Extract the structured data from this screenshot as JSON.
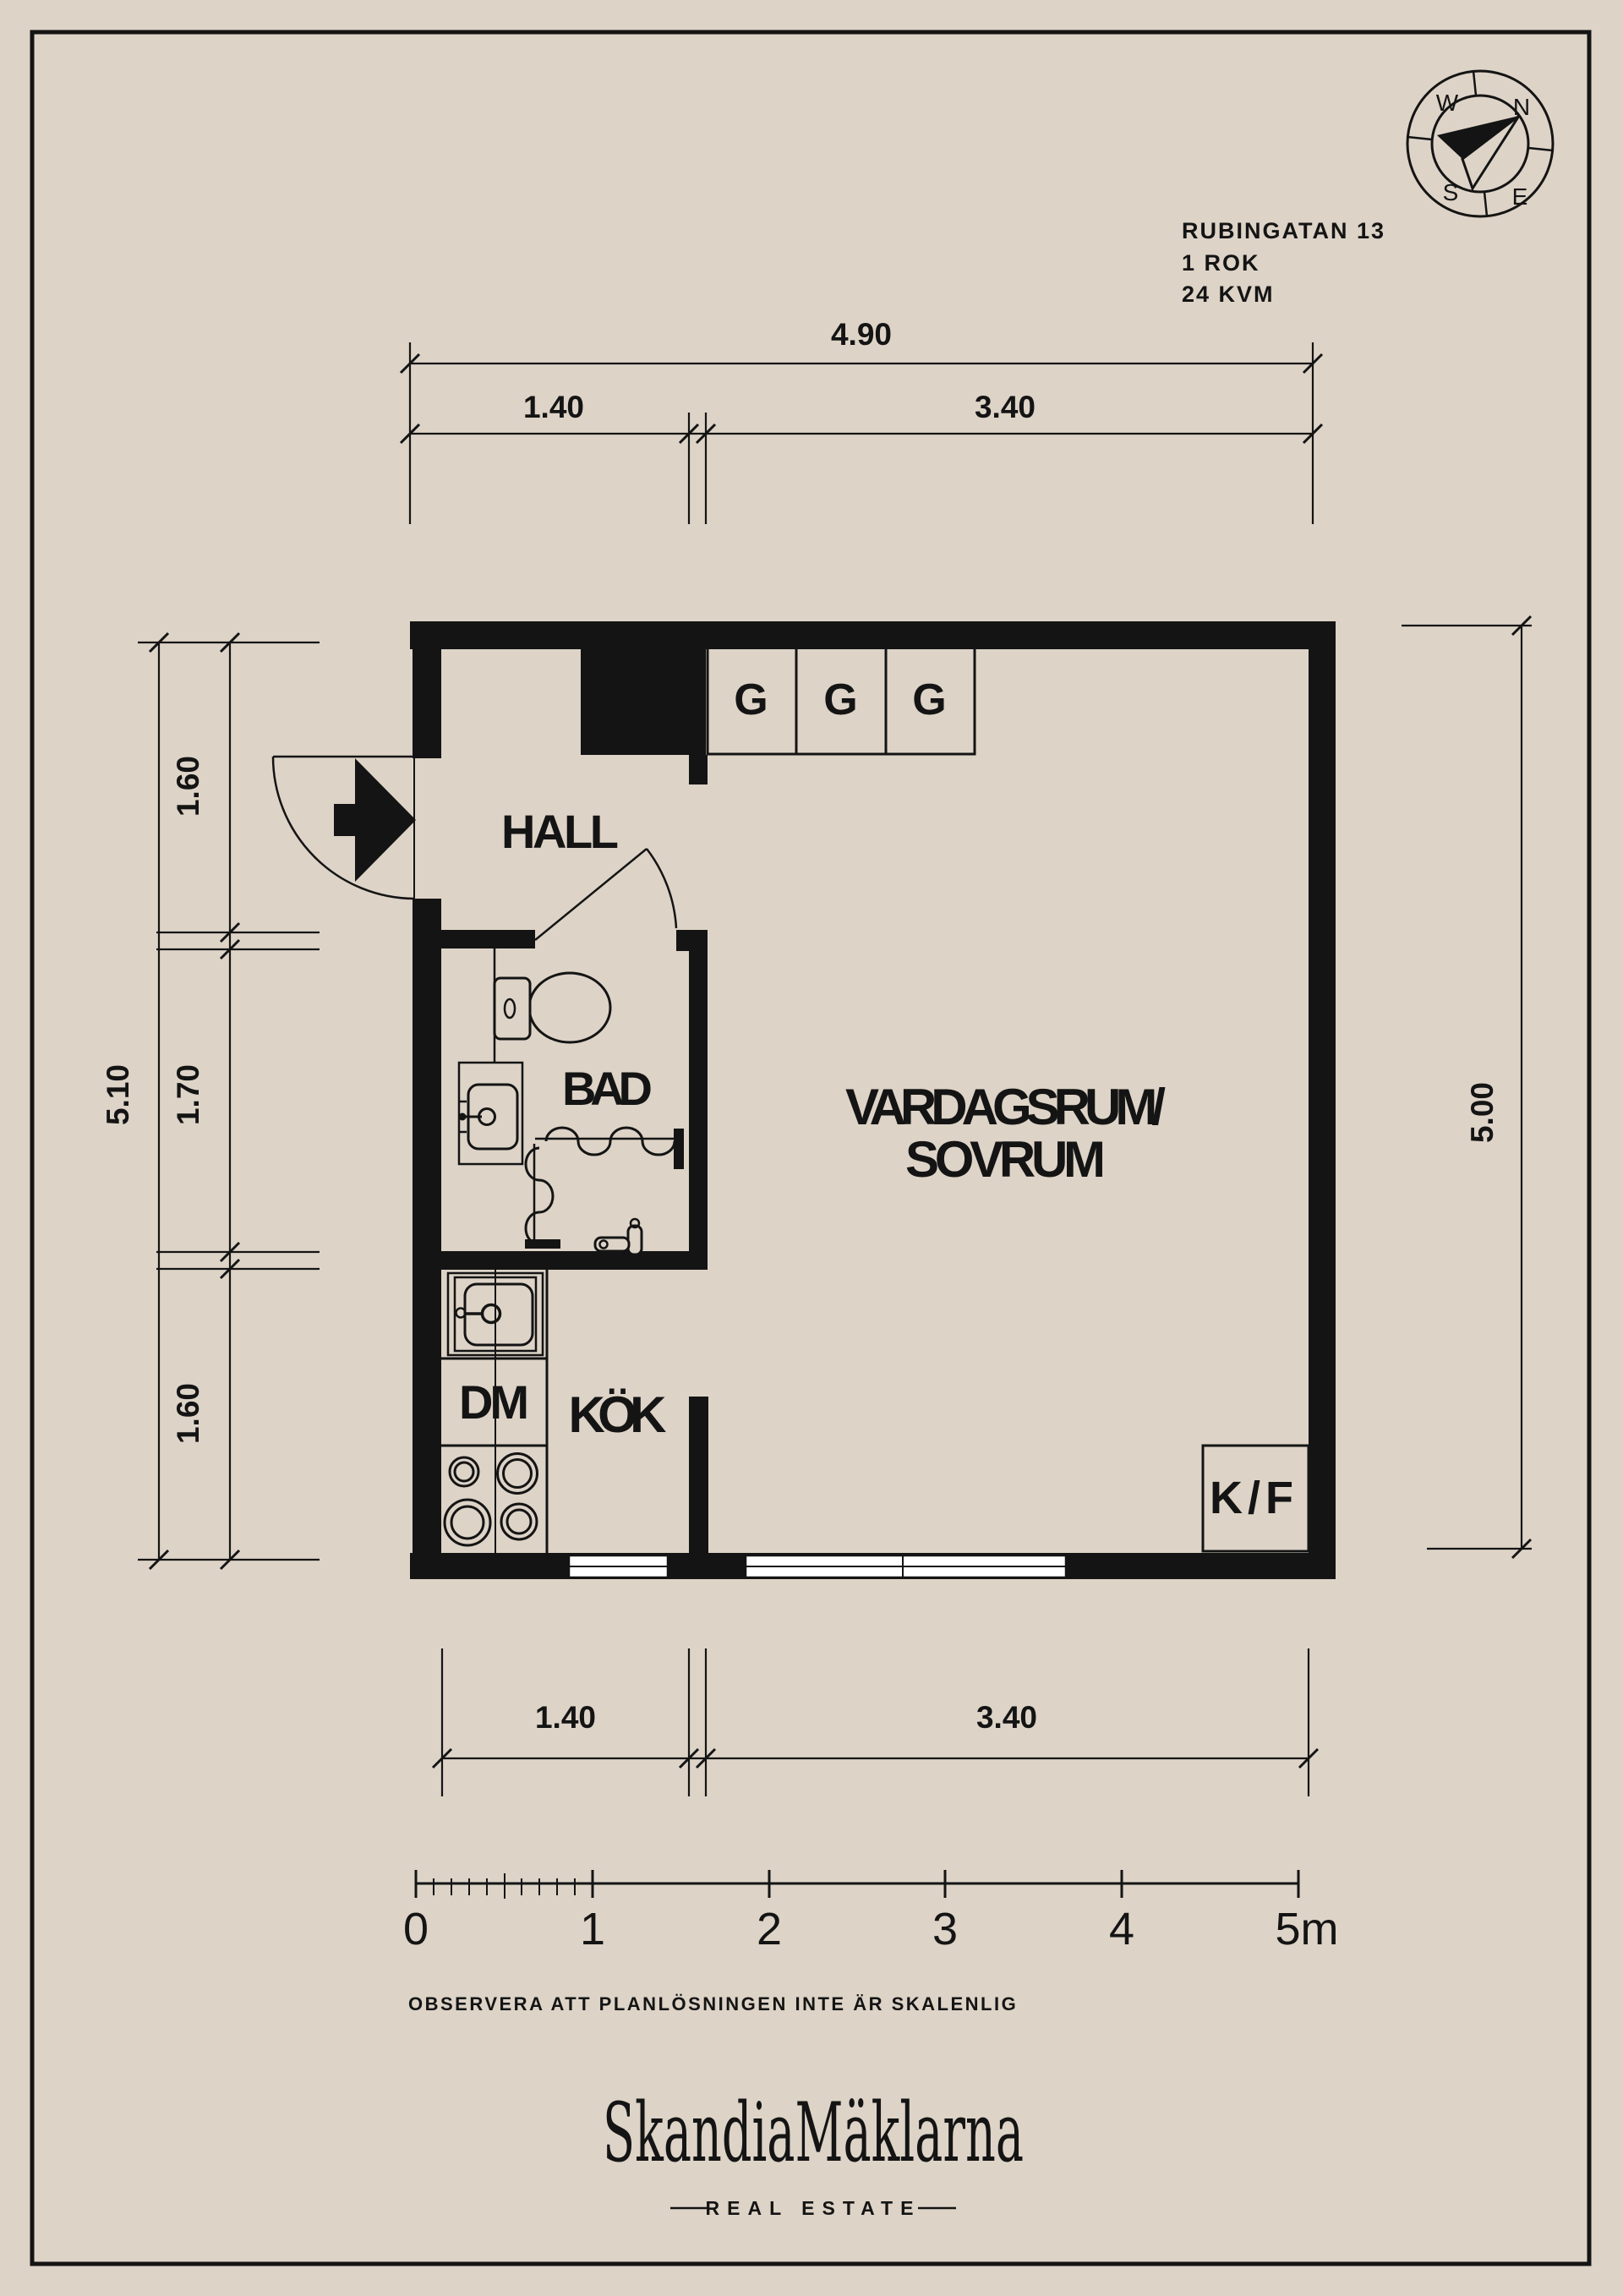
{
  "colors": {
    "background": "#DDD3C7",
    "ink": "#141414",
    "window": "#FFFFFF"
  },
  "header": {
    "address": "RUBINGATAN 13",
    "rooms": "1 ROK",
    "area": "24 KVM"
  },
  "compass": {
    "north": "N",
    "east": "E",
    "south": "S",
    "west": "W"
  },
  "plan": {
    "rooms": {
      "hall": "HALL",
      "bath": "BAD",
      "kitchen": "KÖK",
      "living_line1": "VARDAGSRUM/",
      "living_line2": "SOVRUM"
    },
    "fixtures": {
      "wardrobes": [
        "G",
        "G",
        "G"
      ],
      "dishwasher": "DM",
      "fridge_freezer": "K/F"
    }
  },
  "dims": {
    "top_total": "4.90",
    "top_seg1": "1.40",
    "top_seg2": "3.40",
    "left_total": "5.10",
    "left_seg1": "1.60",
    "left_seg2": "1.70",
    "left_seg3": "1.60",
    "right_total": "5.00",
    "bottom_seg1": "1.40",
    "bottom_seg2": "3.40"
  },
  "scalebar": {
    "labels": [
      "0",
      "1",
      "2",
      "3",
      "4",
      "5m"
    ]
  },
  "disclaimer": "OBSERVERA ATT PLANLÖSNINGEN INTE ÄR SKALENLIG",
  "brand": {
    "name": "SkandiaMäklarna",
    "tagline": "REAL ESTATE"
  }
}
